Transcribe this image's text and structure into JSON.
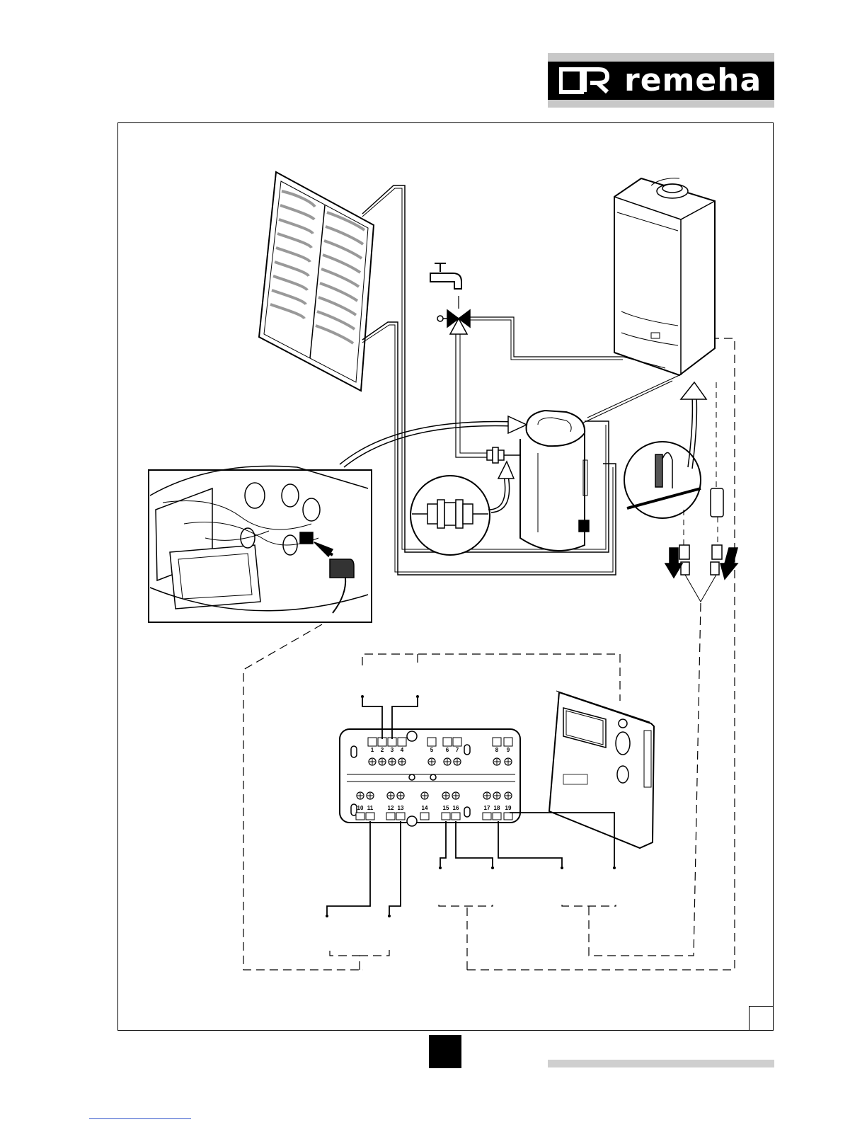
{
  "brand": {
    "name": "remeha"
  },
  "terminal_block": {
    "top_terminals": [
      "1",
      "2",
      "3",
      "4",
      "5",
      "6",
      "7",
      "8",
      "9"
    ],
    "bottom_terminals": [
      "10",
      "11",
      "12",
      "13",
      "14",
      "15",
      "16",
      "17",
      "18",
      "19"
    ]
  }
}
